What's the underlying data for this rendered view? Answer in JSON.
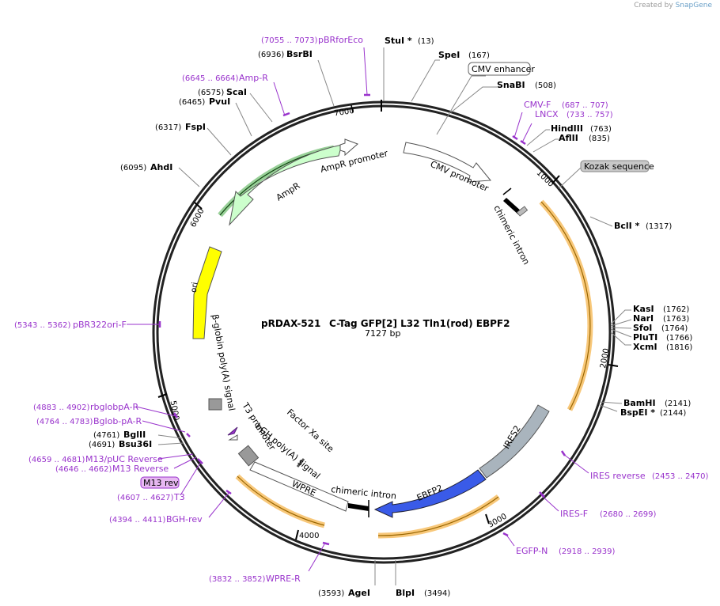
{
  "header": {
    "creator_label": "Created by",
    "brand": "SnapGene"
  },
  "plasmid": {
    "name": "pRDAX-521",
    "description": "C-Tag GFP[2] L32 Tln1(rod) EBPF2",
    "length_label": "7127 bp",
    "length": 7127
  },
  "ticks": [
    "1000",
    "2000",
    "3000",
    "4000",
    "5000",
    "6000",
    "7000"
  ],
  "enzymes": {
    "stui": {
      "name": "StuI *",
      "pos": "(13)"
    },
    "spei": {
      "name": "SpeI",
      "pos": "(167)"
    },
    "snabi": {
      "name": "SnaBI",
      "pos": "(508)"
    },
    "hindiii": {
      "name": "HindIII",
      "pos": "(763)"
    },
    "aflii": {
      "name": "AflII",
      "pos": "(835)"
    },
    "bcli": {
      "name": "BclI *",
      "pos": "(1317)"
    },
    "kasi": {
      "name": "KasI",
      "pos": "(1762)"
    },
    "nari": {
      "name": "NarI",
      "pos": "(1763)"
    },
    "sfoi": {
      "name": "SfoI",
      "pos": "(1764)"
    },
    "pluti": {
      "name": "PluTI",
      "pos": "(1766)"
    },
    "xcmi": {
      "name": "XcmI",
      "pos": "(1816)"
    },
    "bamhi": {
      "name": "BamHI",
      "pos": "(2141)"
    },
    "bspei": {
      "name": "BspEI *",
      "pos": "(2144)"
    },
    "blpi": {
      "name": "BlpI",
      "pos": "(3494)"
    },
    "agei": {
      "name": "AgeI",
      "pos": "(3593)"
    },
    "bsu36i": {
      "name": "Bsu36I",
      "pos": "(4691)"
    },
    "bglii": {
      "name": "BglII",
      "pos": "(4761)"
    },
    "ahdi": {
      "name": "AhdI",
      "pos": "(6095)"
    },
    "fspi": {
      "name": "FspI",
      "pos": "(6317)"
    },
    "pvui": {
      "name": "PvuI",
      "pos": "(6465)"
    },
    "scai": {
      "name": "ScaI",
      "pos": "(6575)"
    },
    "bsrbi": {
      "name": "BsrBI",
      "pos": "(6936)"
    }
  },
  "primers": {
    "pbrforeco": {
      "name": "pBRforEco",
      "range": "(7055 .. 7073)"
    },
    "ampr": {
      "name": "Amp-R",
      "range": "(6645 .. 6664)"
    },
    "cmvf": {
      "name": "CMV-F",
      "range": "(687 .. 707)"
    },
    "lncx": {
      "name": "LNCX",
      "range": "(733 .. 757)"
    },
    "iresrev": {
      "name": "IRES reverse",
      "range": "(2453 .. 2470)"
    },
    "iresf": {
      "name": "IRES-F",
      "range": "(2680 .. 2699)"
    },
    "egfpn": {
      "name": "EGFP-N",
      "range": "(2918 .. 2939)"
    },
    "wprer": {
      "name": "WPRE-R",
      "range": "(3832 .. 3852)"
    },
    "bghrev": {
      "name": "BGH-rev",
      "range": "(4394 .. 4411)"
    },
    "t3": {
      "name": "T3",
      "range": "(4607 .. 4627)"
    },
    "m13reverse": {
      "name": "M13 Reverse",
      "range": "(4646 .. 4662)"
    },
    "m13puc": {
      "name": "M13/pUC Reverse",
      "range": "(4659 .. 4681)"
    },
    "bglobpar": {
      "name": "Bglob-pA-R",
      "range": "(4764 .. 4783)"
    },
    "rbglobpar": {
      "name": "rbglobpA-R",
      "range": "(4883 .. 4902)"
    },
    "pbr322orif": {
      "name": "pBR322ori-F",
      "range": "(5343 .. 5362)"
    }
  },
  "boxed_labels": {
    "cmv_enhancer": "CMV enhancer",
    "kozak": "Kozak sequence",
    "m13rev": "M13 rev"
  },
  "features": {
    "cmv_promoter": "CMV promoter",
    "chimeric_intron_top": "chimeric intron",
    "ampr_promoter": "AmpR promoter",
    "ampr": "AmpR",
    "ori": "ori",
    "beta_globin": "β-globin poly(A) signal",
    "t3_promoter": "T3 promoter",
    "factor_xa": "Factor Xa site",
    "bgh_polya": "bGH poly(A) signal",
    "wpre": "WPRE",
    "chimeric_intron_bottom": "chimeric intron",
    "ires2": "IRES2",
    "ebfp2": "EBFP2"
  },
  "colors": {
    "backbone": "#222222",
    "primer": "#9933cc",
    "ampr_fill": "#ccffcc",
    "ampr_stroke": "#44aa44",
    "ori_fill": "#ffff00",
    "ires_fill": "#a9b4bd",
    "ebfp_fill": "#3a5be8",
    "highlight": "#f5b041",
    "grey_box": "#999999"
  }
}
